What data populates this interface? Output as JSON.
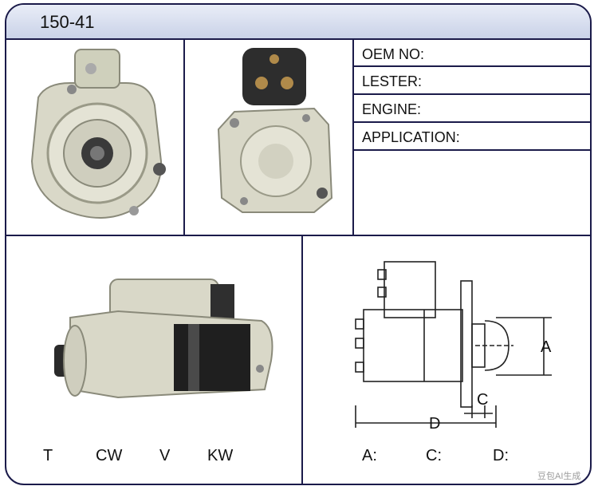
{
  "header": {
    "part_number": "150-41"
  },
  "info": {
    "oem_no": "OEM NO:",
    "lester": "LESTER:",
    "engine": "ENGINE:",
    "application": "APPLICATION:"
  },
  "specs": {
    "t": "T",
    "cw": "CW",
    "v": "V",
    "kw": "KW"
  },
  "diagram": {
    "label_a": "A",
    "label_c": "C",
    "label_d": "D",
    "value_a": "A:",
    "value_c": "C:",
    "value_d": "D:"
  },
  "watermark": "豆包AI生成",
  "colors": {
    "border": "#1b1b4a",
    "header_top": "#e9edf7",
    "header_bottom": "#c9d2e8",
    "housing": "#d9d8c8"
  }
}
